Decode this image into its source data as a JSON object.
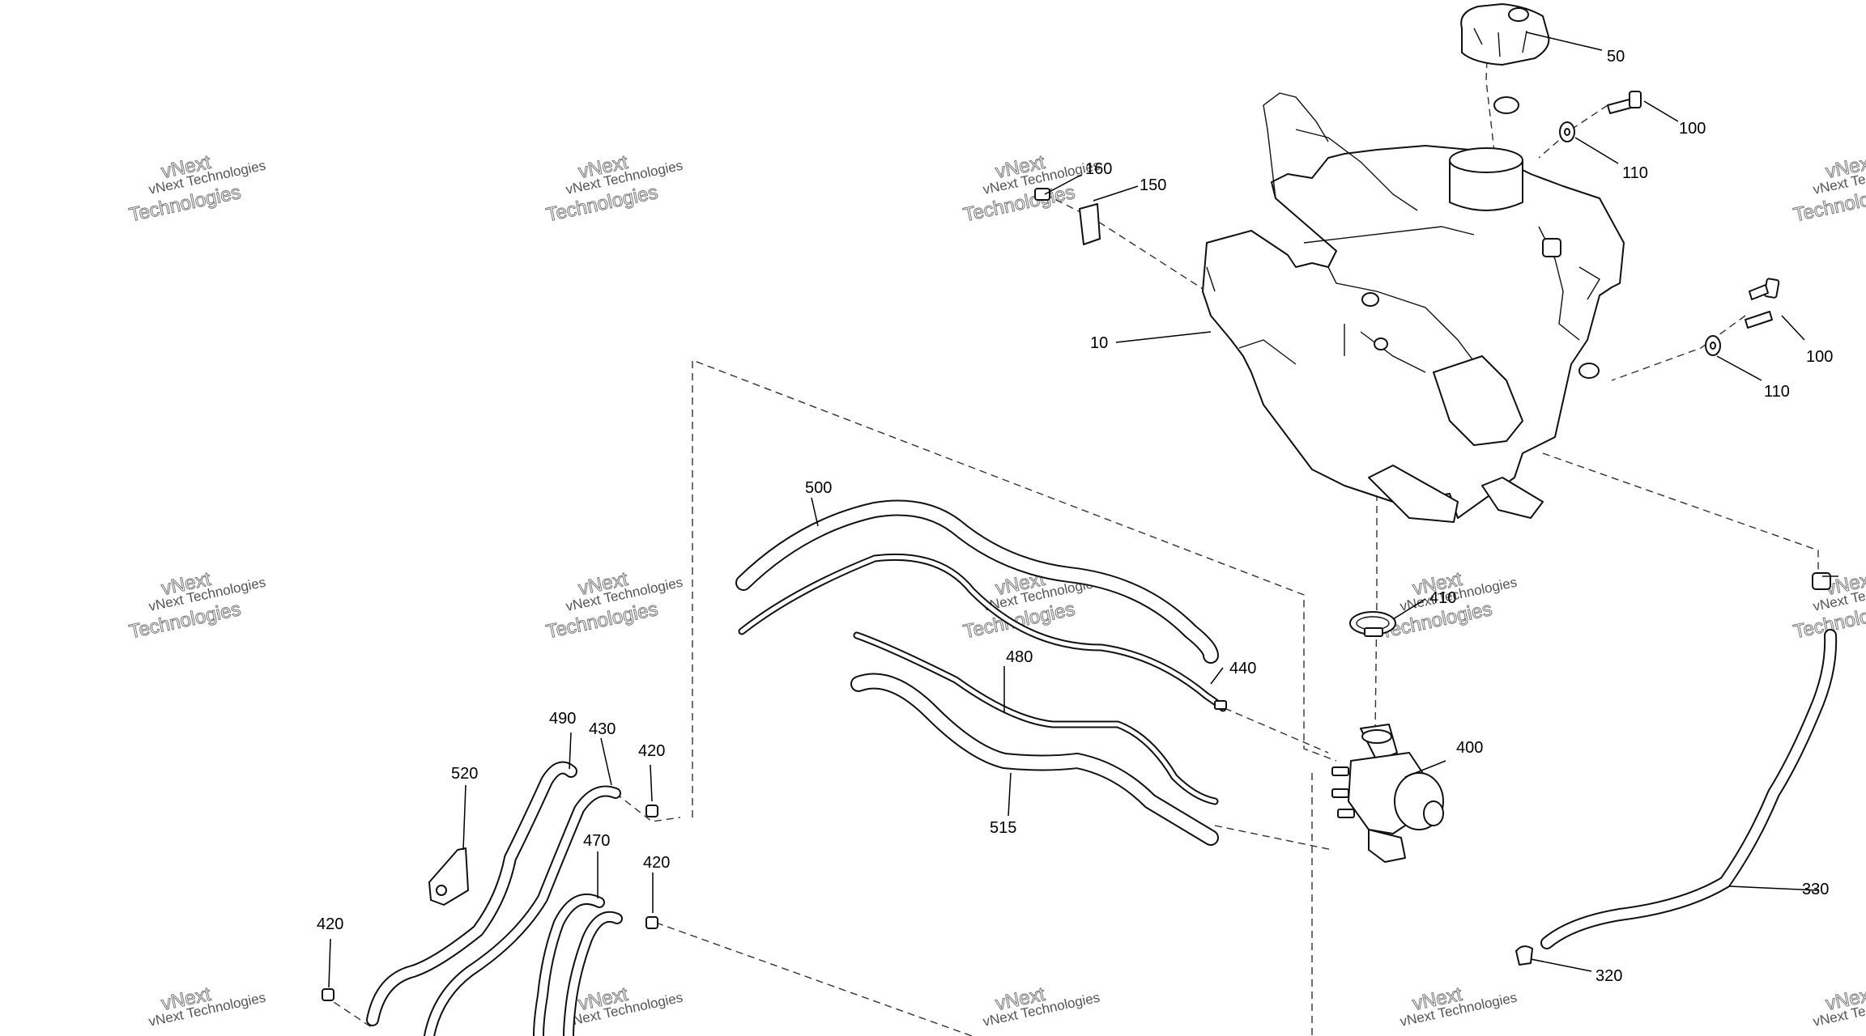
{
  "watermark": {
    "line1": "vNext Technologies",
    "line2": "vNext",
    "line3": "Technologies"
  },
  "callouts": {
    "c10": "10",
    "c50": "50",
    "c100a": "100",
    "c100b": "100",
    "c110a": "110",
    "c110b": "110",
    "c150": "150",
    "c160": "160",
    "c320": "320",
    "c330": "330",
    "c400": "400",
    "c410": "410",
    "c420a": "420",
    "c420b": "420",
    "c420c": "420",
    "c430": "430",
    "c440": "440",
    "c470": "470",
    "c480": "480",
    "c490": "490",
    "c500": "500",
    "c515": "515",
    "c520": "520"
  }
}
